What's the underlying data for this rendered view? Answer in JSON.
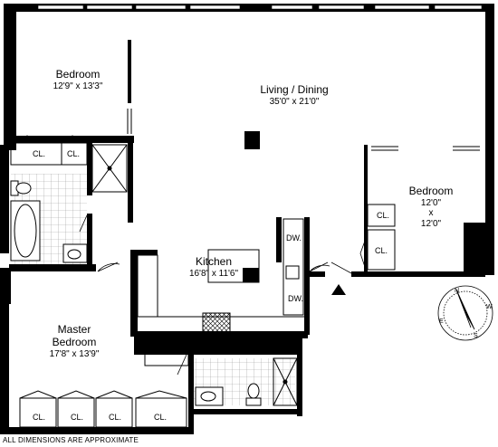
{
  "rooms": {
    "bedroom_nw": {
      "name": "Bedroom",
      "dims": "12'9\" x 13'3\""
    },
    "living": {
      "name": "Living / Dining",
      "dims": "35'0\" x 21'0\""
    },
    "bedroom_e": {
      "name": "Bedroom",
      "dims_w": "12'0\"",
      "dims_x": "x",
      "dims_h": "12'0\""
    },
    "kitchen": {
      "name": "Kitchen",
      "dims": "16'8\" x 11'6\""
    },
    "master": {
      "name_1": "Master",
      "name_2": "Bedroom",
      "dims": "17'8\" x 13'9\""
    }
  },
  "closet_label": "CL.",
  "appliances": {
    "dishwasher": "DW."
  },
  "compass": {
    "n": "N",
    "s": "S",
    "e": "E",
    "w": "W"
  },
  "footer": "ALL DIMENSIONS ARE APPROXIMATE",
  "colors": {
    "wall": "#000000",
    "tile": "#9a9a9a",
    "background": "#ffffff"
  }
}
